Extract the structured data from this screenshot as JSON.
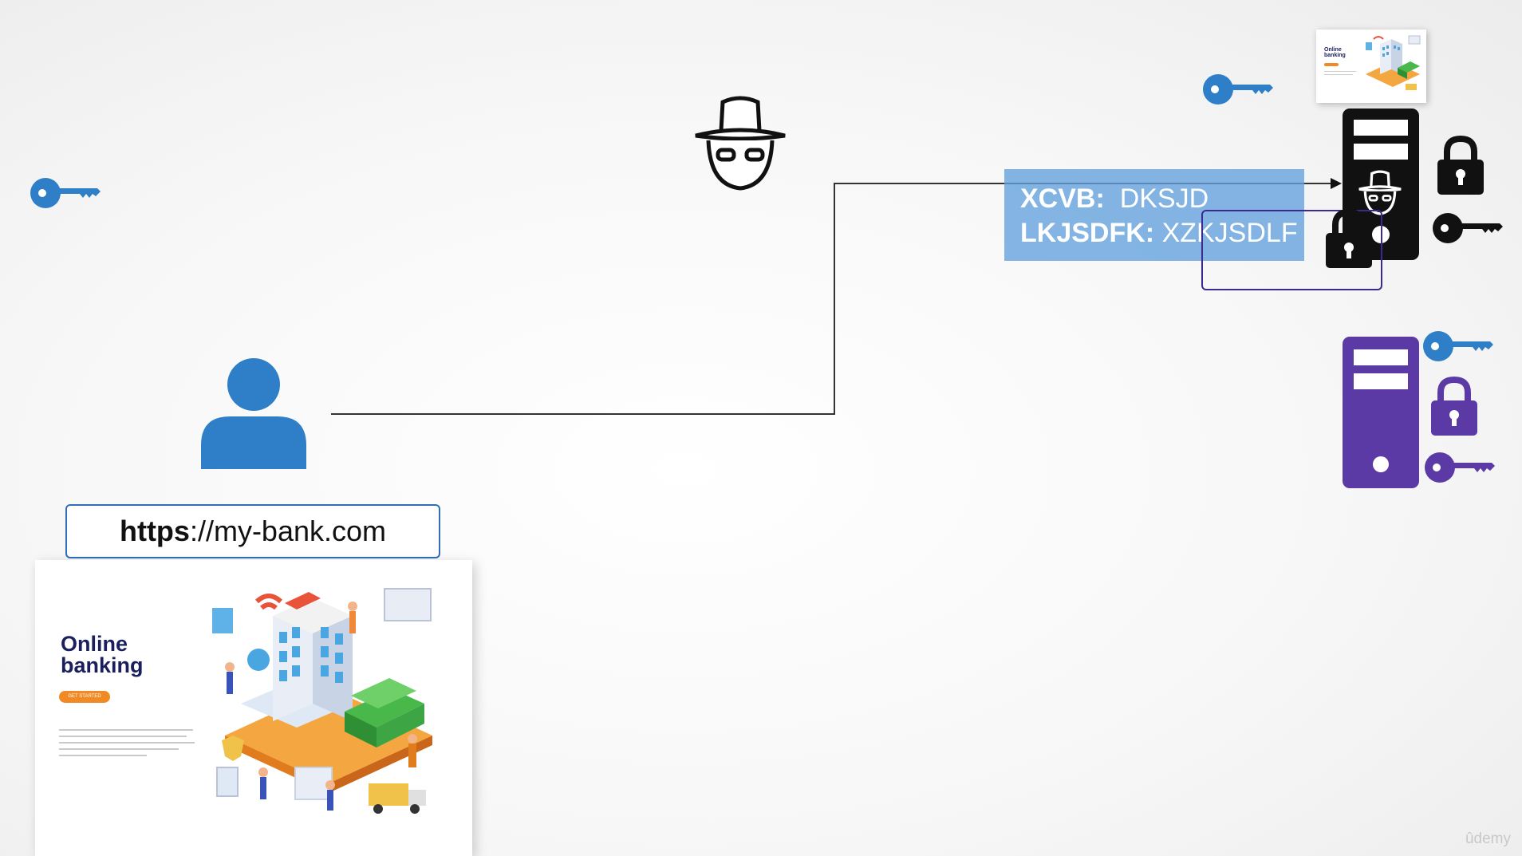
{
  "url_bar": {
    "protocol": "https",
    "rest": "://my-bank.com"
  },
  "website_preview": {
    "title_line1": "Online",
    "title_line2": "banking",
    "button_label": "GET STARTED",
    "thumbnail_title_line1": "Online",
    "thumbnail_title_line2": "banking"
  },
  "intercepted_message": {
    "rows": [
      {
        "key": "XCVB:",
        "value": "DKSJD"
      },
      {
        "key": "LKJSDFK:",
        "value": "XZKJSDLF"
      }
    ]
  },
  "colors": {
    "user_blue": "#2e7fc8",
    "key_blue": "#2e7fc8",
    "server_purple": "#5b3aa6",
    "hacker_black": "#111111"
  },
  "icons": [
    "user-icon",
    "hacker-icon",
    "key-icon",
    "lock-icon",
    "server-icon"
  ],
  "watermark": "ûdemy"
}
